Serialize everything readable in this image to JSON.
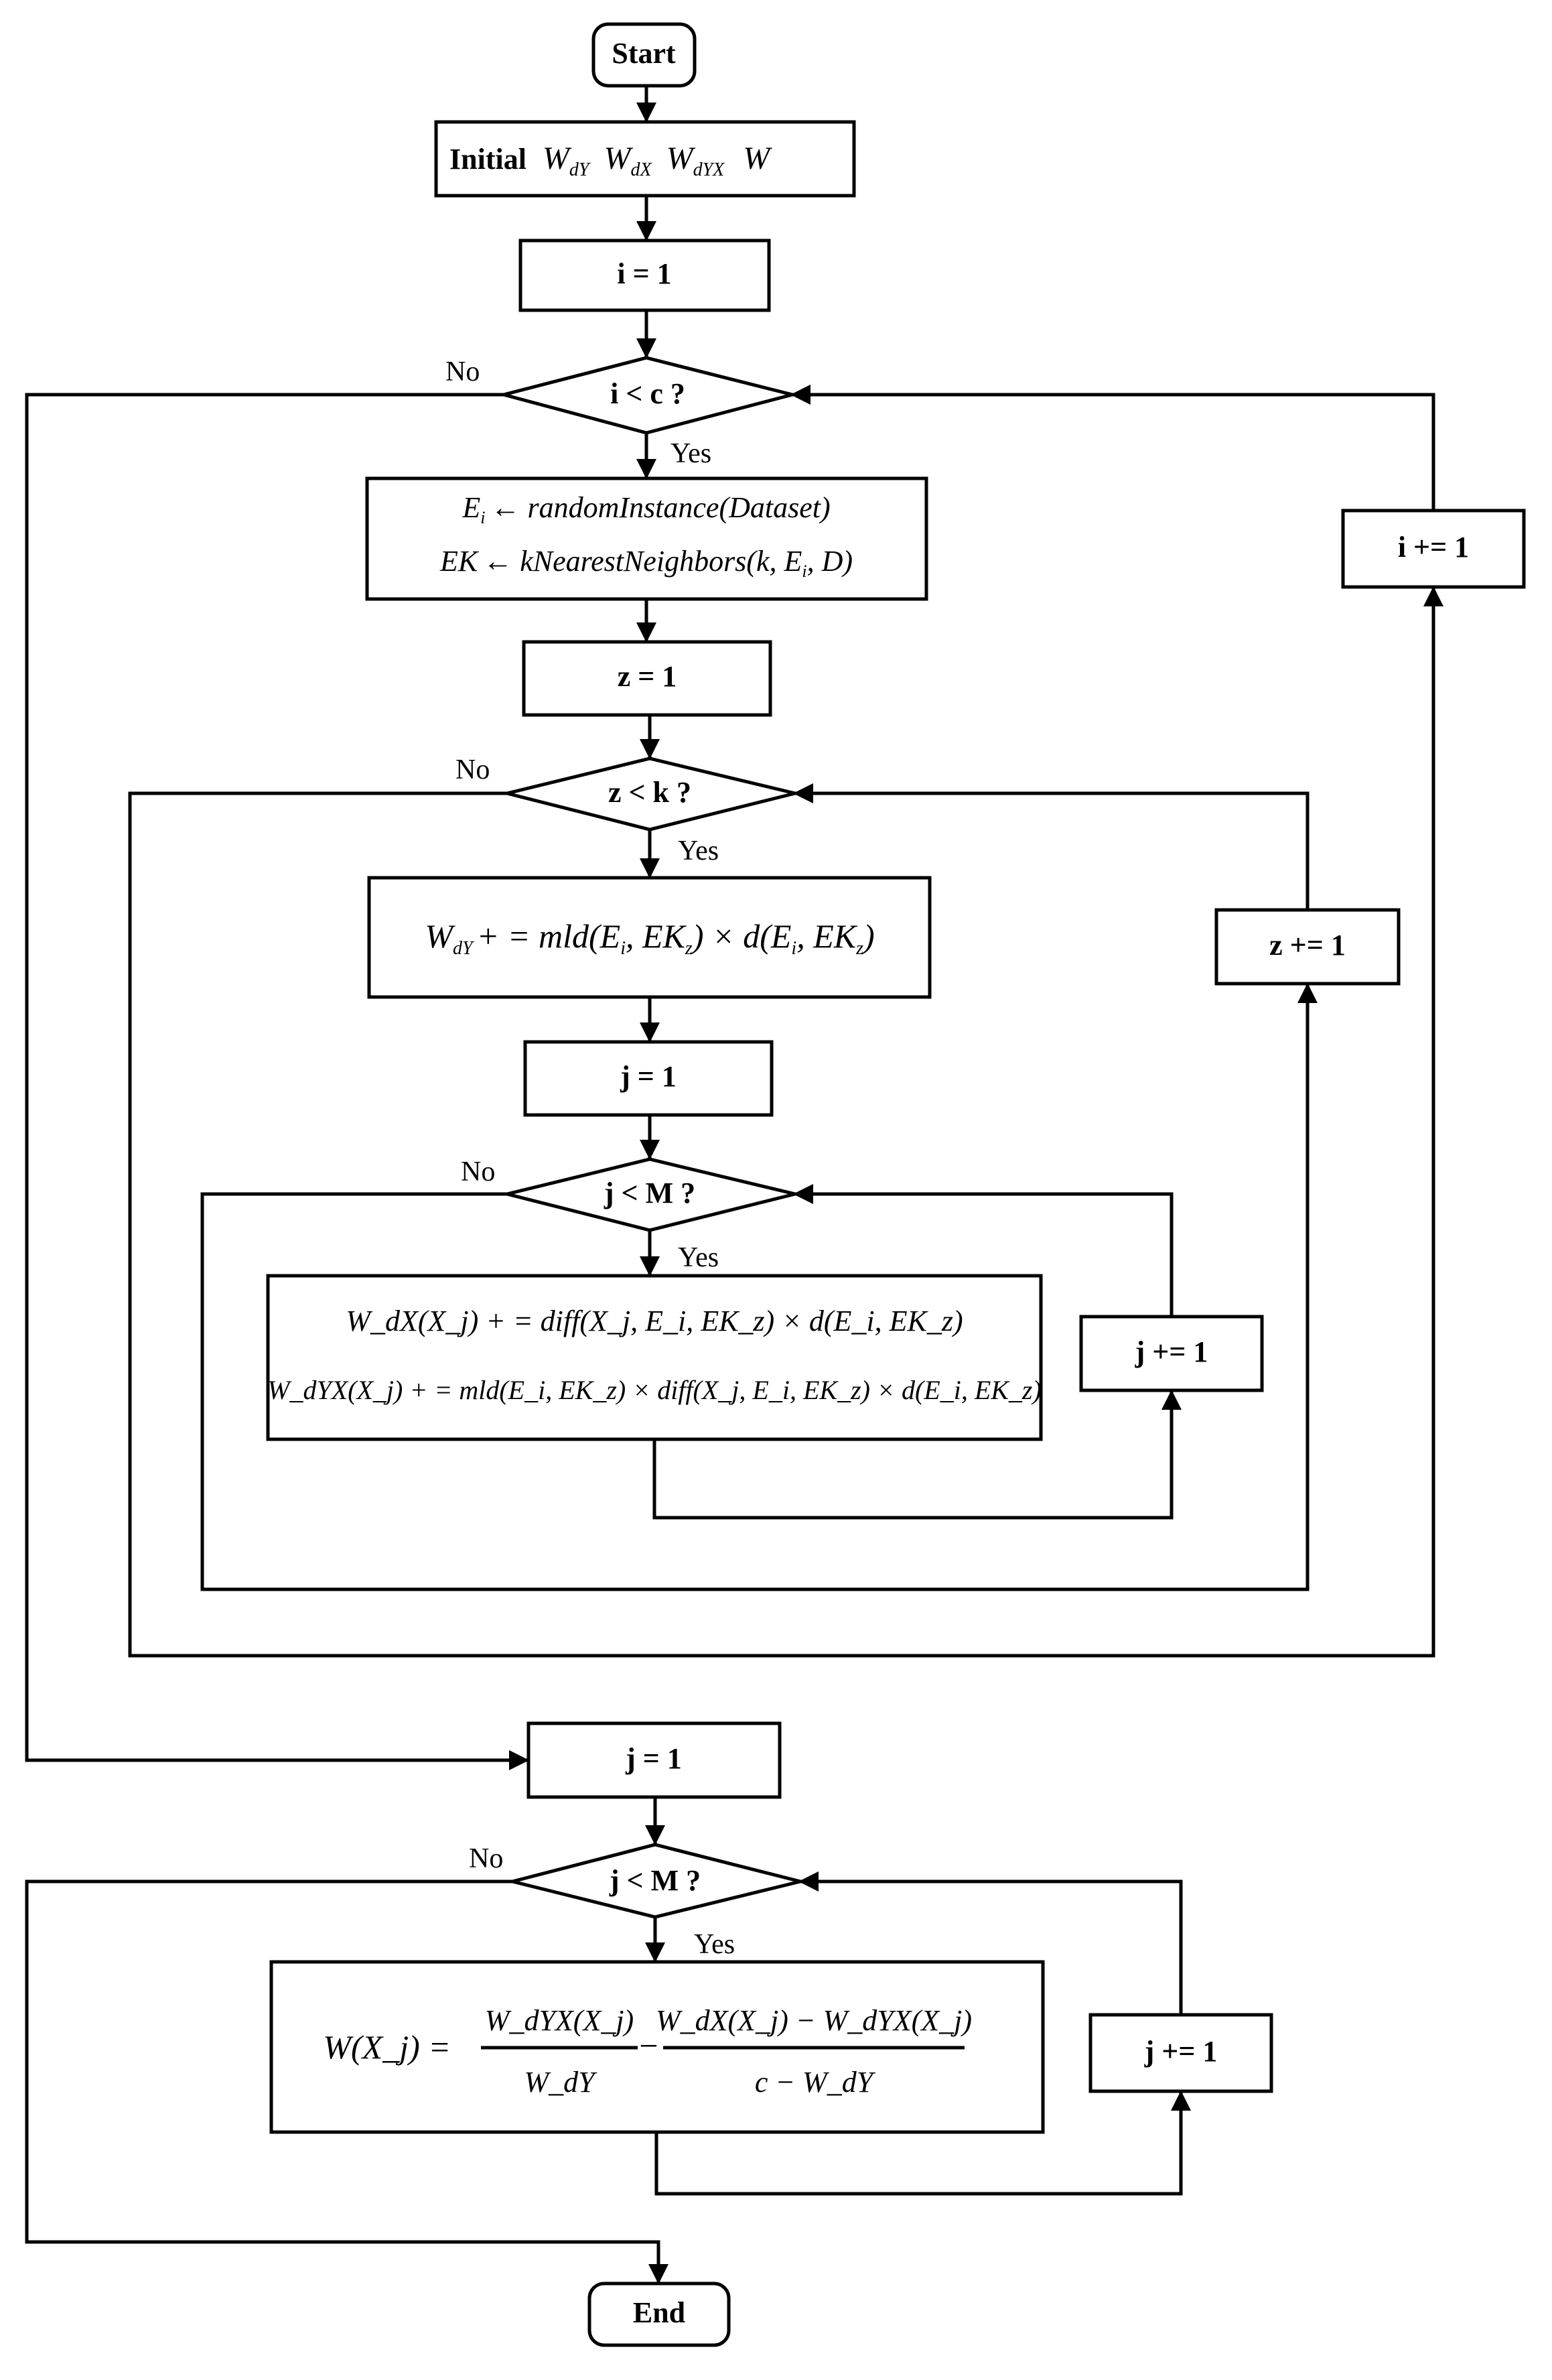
{
  "nodes": {
    "start": "Start",
    "initial": {
      "label": "Initial",
      "symbols": [
        {
          "base": "W",
          "sub": "dY"
        },
        {
          "base": "W",
          "sub": "dX"
        },
        {
          "base": "W",
          "sub": "dYX"
        },
        {
          "base": "W",
          "sub": ""
        }
      ]
    },
    "i_init": "i = 1",
    "i_cond": "i < c ?",
    "random_instance": {
      "line1_lhs": "E",
      "line1_lhs_sub": "i",
      "line1_rhs": "← randomInstance(Dataset)",
      "line2_lhs": "EK",
      "line2_rhs_a": "← kNearestNeighbors(k, E",
      "line2_rhs_sub": "i",
      "line2_rhs_b": ", D)"
    },
    "z_init": "z = 1",
    "z_cond": "z < k ?",
    "wdy_update": {
      "w": "W",
      "w_sub": "dY",
      "op": "+ = mld(E",
      "e_sub": "i",
      "mid": ", EK",
      "ek_sub": "z",
      "mul": ") × d(E",
      "e_sub2": "i",
      "mid2": ", EK",
      "ek_sub2": "z",
      "end": ")"
    },
    "j_init_inner": "j = 1",
    "j_cond_inner": "j < M ?",
    "wdx_update": {
      "line1": "W_dX(X_j) + = diff(X_j, E_i, EK_z) × d(E_i, EK_z)",
      "line2": "W_dYX(X_j) + = mld(E_i, EK_z) × diff(X_j, E_i, EK_z) × d(E_i, EK_z)"
    },
    "j_inc_inner": "j += 1",
    "z_inc": "z += 1",
    "i_inc": "i += 1",
    "j_init_outer": "j = 1",
    "j_cond_outer": "j < M ?",
    "final_formula": {
      "lhs": "W(X_j) =",
      "frac1_num": "W_dYX(X_j)",
      "frac1_den": "W_dY",
      "minus": "−",
      "frac2_num": "W_dX(X_j) − W_dYX(X_j)",
      "frac2_den": "c − W_dY"
    },
    "j_inc_outer": "j += 1",
    "end": "End"
  },
  "edge_labels": {
    "yes": "Yes",
    "no": "No"
  }
}
